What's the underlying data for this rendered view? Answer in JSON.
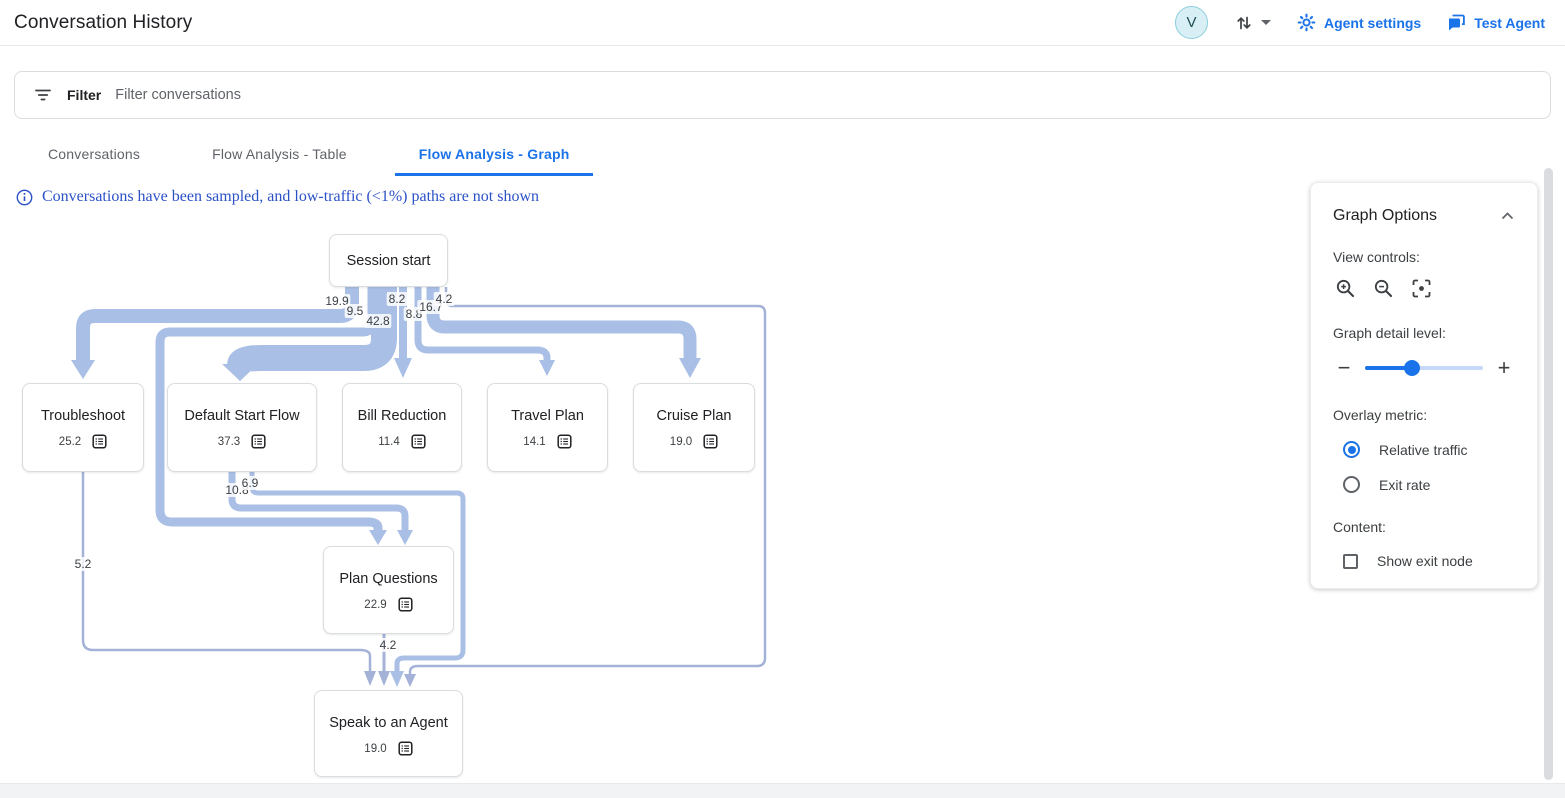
{
  "header": {
    "title": "Conversation History",
    "avatar_initial": "V",
    "agent_settings_label": "Agent settings",
    "test_agent_label": "Test Agent"
  },
  "filter": {
    "label": "Filter",
    "placeholder": "Filter conversations"
  },
  "tabs": [
    {
      "label": "Conversations",
      "active": false
    },
    {
      "label": "Flow Analysis - Table",
      "active": false
    },
    {
      "label": "Flow Analysis - Graph",
      "active": true
    }
  ],
  "notice": "Conversations have been sampled, and low-traffic (<1%) paths are not shown",
  "graph": {
    "nodes": [
      {
        "title": "Session start"
      },
      {
        "title": "Troubleshoot",
        "value": "25.2"
      },
      {
        "title": "Default Start Flow",
        "value": "37.3"
      },
      {
        "title": "Bill Reduction",
        "value": "11.4"
      },
      {
        "title": "Travel Plan",
        "value": "14.1"
      },
      {
        "title": "Cruise Plan",
        "value": "19.0"
      },
      {
        "title": "Plan Questions",
        "value": "22.9"
      },
      {
        "title": "Speak to an Agent",
        "value": "19.0"
      }
    ],
    "edges": [
      {
        "from": "Session start",
        "to": "Troubleshoot",
        "value": "19.9"
      },
      {
        "from": "Session start",
        "to": "Plan Questions",
        "value": "9.5"
      },
      {
        "from": "Session start",
        "to": "Default Start Flow",
        "value": "42.8"
      },
      {
        "from": "Session start",
        "to": "Bill Reduction",
        "value": "8.2"
      },
      {
        "from": "Session start",
        "to": "Travel Plan",
        "value": "8.8"
      },
      {
        "from": "Session start",
        "to": "Cruise Plan",
        "value": "16.7"
      },
      {
        "from": "Session start",
        "to": "Speak to an Agent",
        "value": "4.2"
      },
      {
        "from": "Default Start Flow",
        "to": "Plan Questions",
        "value": "10.8"
      },
      {
        "from": "Default Start Flow",
        "to": "Speak to an Agent",
        "value": "6.9"
      },
      {
        "from": "Troubleshoot",
        "to": "Speak to an Agent",
        "value": "5.2"
      },
      {
        "from": "Plan Questions",
        "to": "Speak to an Agent",
        "value": "4.2"
      }
    ]
  },
  "options_panel": {
    "title": "Graph Options",
    "view_controls_label": "View controls:",
    "detail_level_label": "Graph detail level:",
    "detail_level_percent": 40,
    "overlay_metric_label": "Overlay metric:",
    "overlay_options": [
      {
        "label": "Relative traffic",
        "selected": true
      },
      {
        "label": "Exit rate",
        "selected": false
      }
    ],
    "content_label": "Content:",
    "show_exit_node_label": "Show exit node",
    "show_exit_node_checked": false
  },
  "colors": {
    "accent": "#1a73e8",
    "ribbon": "#a9bfe5",
    "notice_text": "#2b51c7"
  }
}
